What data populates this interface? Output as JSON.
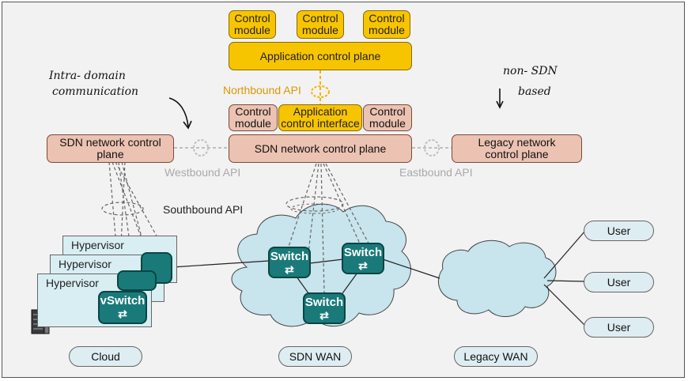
{
  "labels": {
    "control_module": "Control\nmodule",
    "app_control_plane": "Application control plane",
    "northbound_api": "Northbound API",
    "app_control_interface": "Application\ncontrol interface",
    "sdn_control_plane_main": "SDN network control plane",
    "sdn_control_plane_left": "SDN network control\nplane",
    "legacy_control_plane": "Legacy network\ncontrol plane",
    "westbound_api": "Westbound API",
    "eastbound_api": "Eastbound API",
    "southbound_api": "Southbound API",
    "hypervisor": "Hypervisor",
    "vswitch": "vSwitch",
    "switch": "Switch",
    "user": "User",
    "cloud": "Cloud",
    "sdn_wan": "SDN WAN",
    "legacy_wan": "Legacy WAN"
  },
  "annotations": {
    "left_line1": "Intra- domain",
    "left_line2": "communication",
    "right_line1": "non- SDN",
    "right_line2": "based"
  },
  "colors": {
    "control_yellow": "#f7c400",
    "control_salmon": "#ecc2b2",
    "switch_teal": "#1a7a7a",
    "cloud_blue": "#c8e4ec"
  }
}
